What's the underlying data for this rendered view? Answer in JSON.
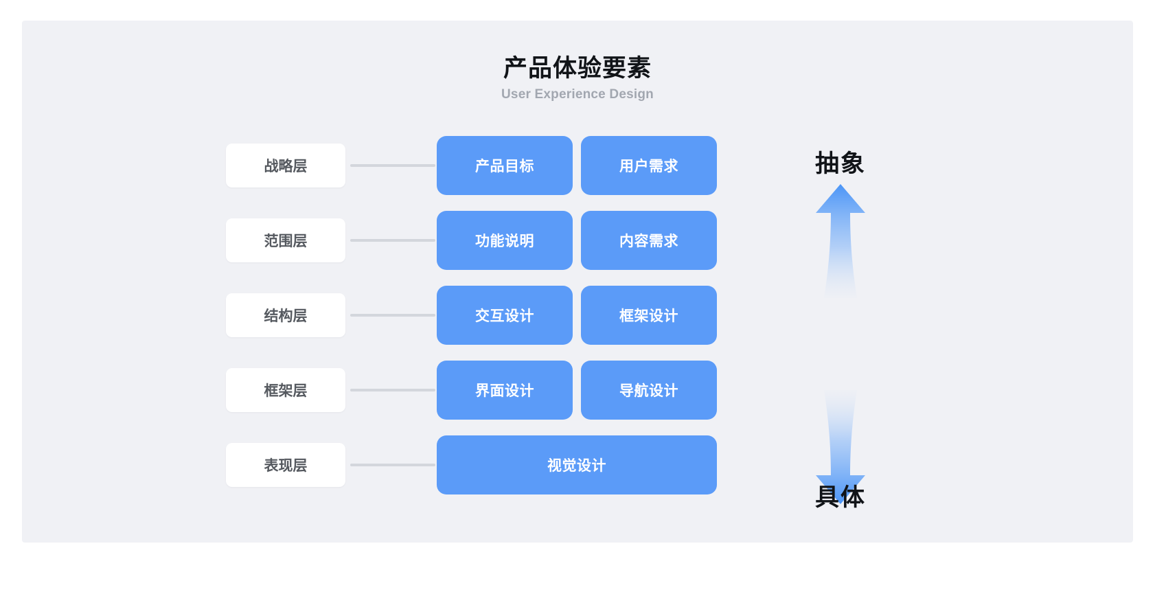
{
  "header": {
    "title": "产品体验要素",
    "subtitle": "User Experience Design"
  },
  "colors": {
    "page_background": "#ffffff",
    "canvas_background": "#f0f1f5",
    "box_blue": "#5b9bf8",
    "connector_gray": "#d3d6dc",
    "label_text": "#55595f",
    "title_text": "#111418",
    "subtitle_text": "#a2a7b0"
  },
  "axis": {
    "top_label": "抽象",
    "bottom_label": "具体",
    "up_arrow_icon": "arrow-up-icon",
    "down_arrow_icon": "arrow-down-icon"
  },
  "chart_data": {
    "type": "diagram",
    "title": "产品体验要素",
    "subtitle": "User Experience Design",
    "axis_top": "抽象",
    "axis_bottom": "具体",
    "layers": [
      {
        "label": "战略层",
        "elements": [
          "产品目标",
          "用户需求"
        ]
      },
      {
        "label": "范围层",
        "elements": [
          "功能说明",
          "内容需求"
        ]
      },
      {
        "label": "结构层",
        "elements": [
          "交互设计",
          "框架设计"
        ]
      },
      {
        "label": "框架层",
        "elements": [
          "界面设计",
          "导航设计"
        ]
      },
      {
        "label": "表现层",
        "elements": [
          "视觉设计"
        ]
      }
    ]
  },
  "rows": [
    {
      "label": "战略层",
      "box1": "产品目标",
      "box2": "用户需求"
    },
    {
      "label": "范围层",
      "box1": "功能说明",
      "box2": "内容需求"
    },
    {
      "label": "结构层",
      "box1": "交互设计",
      "box2": "框架设计"
    },
    {
      "label": "框架层",
      "box1": "界面设计",
      "box2": "导航设计"
    },
    {
      "label": "表现层",
      "box1": "视觉设计"
    }
  ]
}
